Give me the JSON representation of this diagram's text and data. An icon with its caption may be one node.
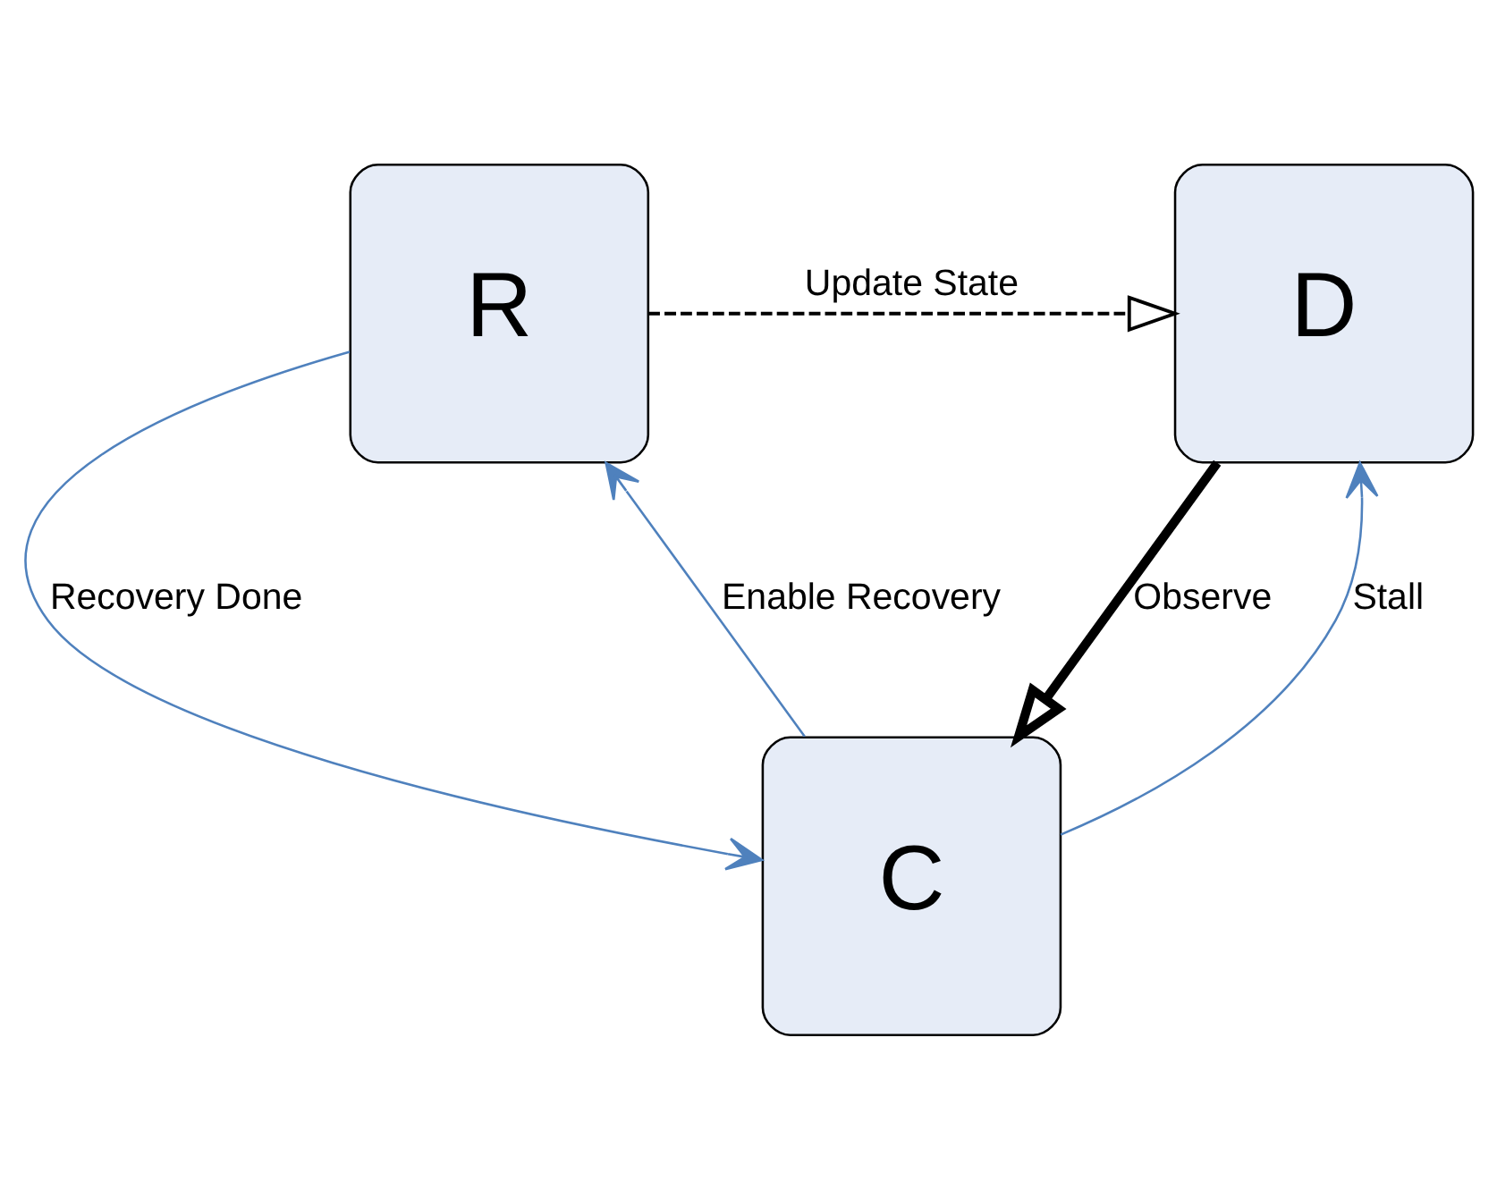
{
  "diagram": {
    "nodes": [
      {
        "text": [
          "D"
        ]
      },
      {
        "text": [
          "R"
        ]
      },
      {
        "text": [
          "C"
        ]
      }
    ],
    "edges": [
      {
        "from": 1,
        "to": 0,
        "arrow": "to",
        "label": "Update State",
        "style": "dashed",
        "color": "#000000"
      },
      {
        "from": 0,
        "to": 2,
        "arrow": "to",
        "label": "Observe",
        "style": "thick",
        "color": "#000000"
      },
      {
        "from": 2,
        "to": 0,
        "arrow": "to",
        "label": "Stall"
      },
      {
        "from": 1,
        "to": 2,
        "arrow": "to",
        "label": "Recovery Done"
      },
      {
        "from": 2,
        "to": 1,
        "arrow": "to",
        "label": "Enable Recovery"
      }
    ]
  }
}
